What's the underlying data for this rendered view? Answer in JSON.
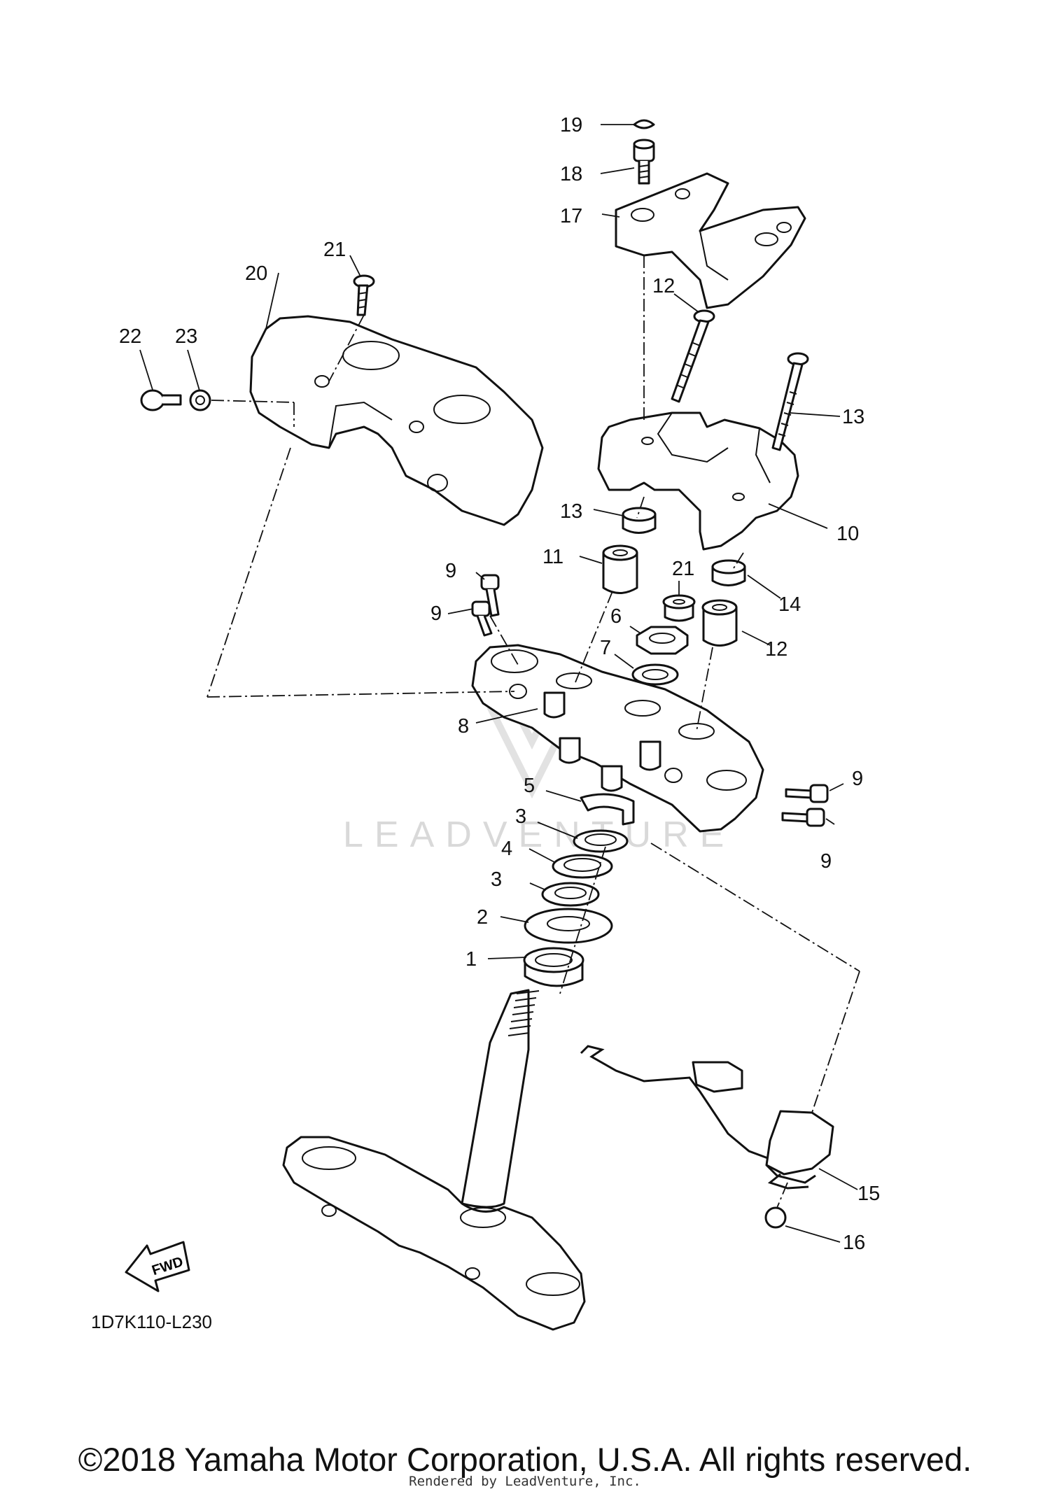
{
  "diagram_code": "1D7K110-L230",
  "watermark": "LEADVENTURE",
  "fwd_label": "FWD",
  "copyright": "©2018 Yamaha Motor Corporation, U.S.A. All rights reserved.",
  "rendered_by": "Rendered by LeadVenture, Inc.",
  "callouts": [
    {
      "id": "c1",
      "text": "1"
    },
    {
      "id": "c2",
      "text": "2"
    },
    {
      "id": "c3a",
      "text": "3"
    },
    {
      "id": "c3b",
      "text": "3"
    },
    {
      "id": "c4",
      "text": "4"
    },
    {
      "id": "c5",
      "text": "5"
    },
    {
      "id": "c6",
      "text": "6"
    },
    {
      "id": "c7",
      "text": "7"
    },
    {
      "id": "c8",
      "text": "8"
    },
    {
      "id": "c9a",
      "text": "9"
    },
    {
      "id": "c9b",
      "text": "9"
    },
    {
      "id": "c9c",
      "text": "9"
    },
    {
      "id": "c9d",
      "text": "9"
    },
    {
      "id": "c10a",
      "text": "10"
    },
    {
      "id": "c10b",
      "text": "10"
    },
    {
      "id": "c11",
      "text": "11"
    },
    {
      "id": "c12a",
      "text": "12"
    },
    {
      "id": "c12b",
      "text": "12"
    },
    {
      "id": "c13a",
      "text": "13"
    },
    {
      "id": "c13b",
      "text": "13"
    },
    {
      "id": "c14",
      "text": "14"
    },
    {
      "id": "c15",
      "text": "15"
    },
    {
      "id": "c16",
      "text": "16"
    },
    {
      "id": "c17",
      "text": "17"
    },
    {
      "id": "c18",
      "text": "18"
    },
    {
      "id": "c19",
      "text": "19"
    },
    {
      "id": "c20",
      "text": "20"
    },
    {
      "id": "c21",
      "text": "21"
    },
    {
      "id": "c22",
      "text": "22"
    },
    {
      "id": "c23",
      "text": "23"
    }
  ]
}
